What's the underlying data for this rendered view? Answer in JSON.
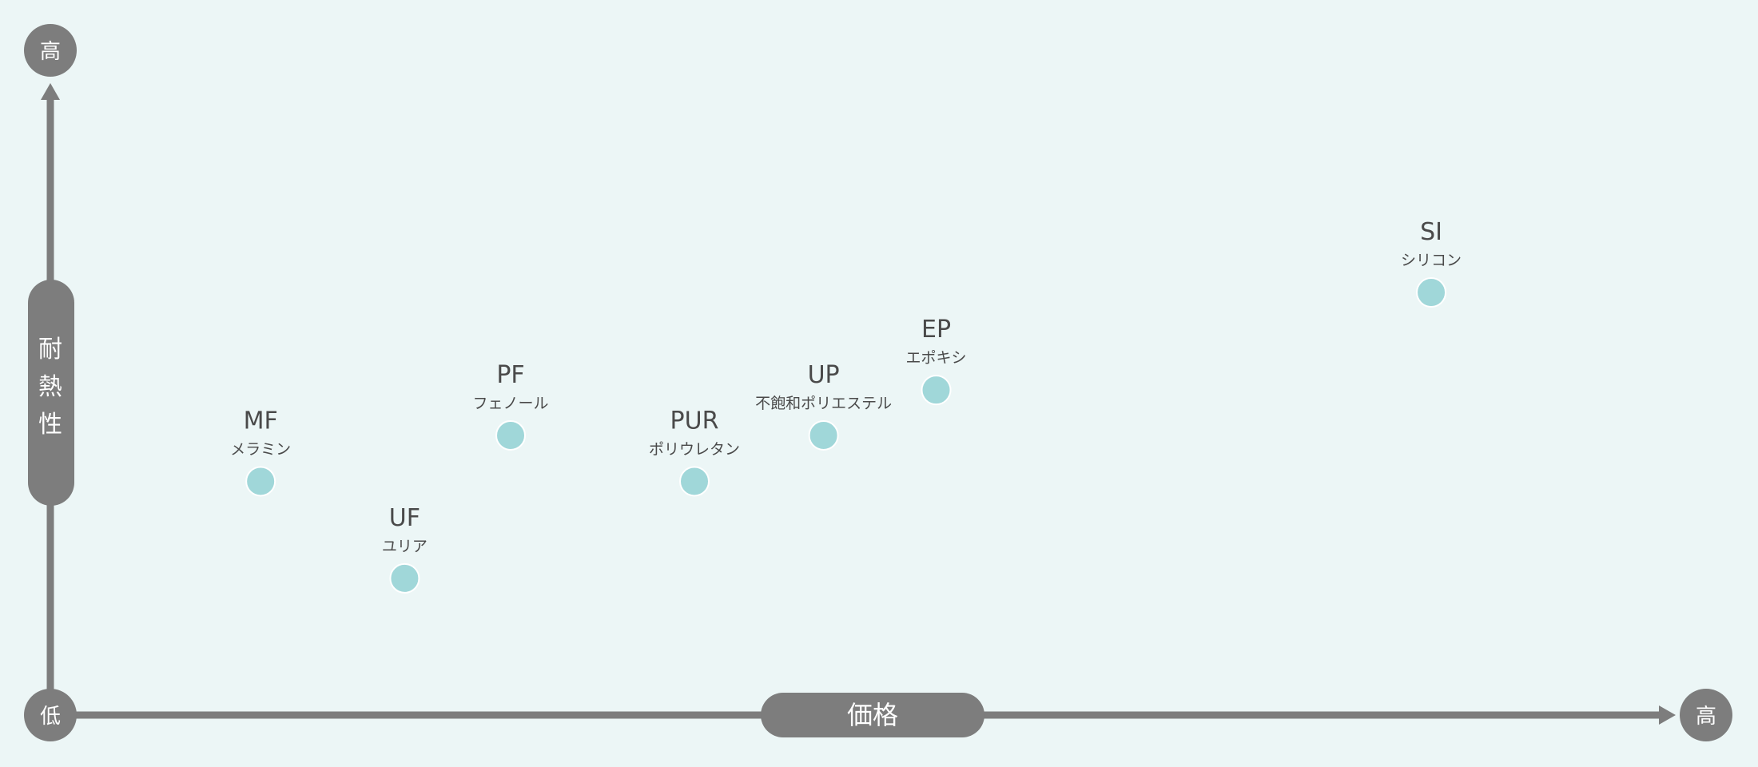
{
  "chart_data": {
    "type": "scatter",
    "xlabel": "価格",
    "ylabel": "耐熱性",
    "x_axis_ends": {
      "low": "低",
      "high": "高"
    },
    "y_axis_ends": {
      "low": "低",
      "high": "高"
    },
    "points": [
      {
        "code": "MF",
        "name": "メラミン",
        "x": 12.7,
        "y": 41.2
      },
      {
        "code": "UF",
        "name": "ユリア",
        "x": 21.4,
        "y": 24.1
      },
      {
        "code": "PF",
        "name": "フェノール",
        "x": 27.8,
        "y": 49.3
      },
      {
        "code": "PUR",
        "name": "ポリウレタン",
        "x": 38.9,
        "y": 41.2
      },
      {
        "code": "UP",
        "name": "不飽和ポリエステル",
        "x": 46.7,
        "y": 49.3
      },
      {
        "code": "EP",
        "name": "エポキシ",
        "x": 53.5,
        "y": 57.3
      },
      {
        "code": "SI",
        "name": "シリコン",
        "x": 83.4,
        "y": 74.5
      }
    ],
    "xlim": [
      0,
      100
    ],
    "ylim": [
      0,
      100
    ],
    "grid": false,
    "colors": {
      "background": "#ecf6f6",
      "axis": "#7d7d7d",
      "point": "#a0d7d9",
      "point_stroke": "#ffffff",
      "label": "#4a4a4a",
      "axis_text": "#ffffff"
    }
  }
}
